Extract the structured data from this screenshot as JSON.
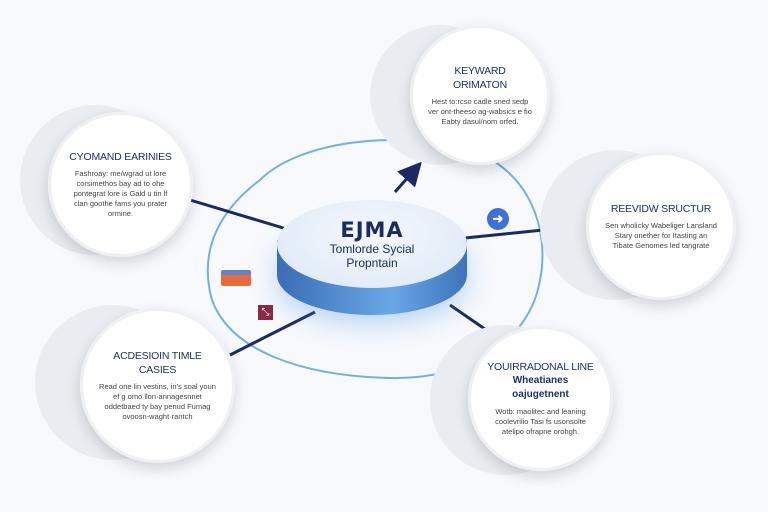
{
  "center": {
    "logo": "EJMA",
    "line1": "Tomlorde Sycial",
    "line2": "Propntain"
  },
  "nodes": [
    {
      "id": "top",
      "title": "KEYWARD",
      "title2": "ORIMATON",
      "desc": "Hest to:rcso cadle sned sedp ver ont-theeso ag-wabsics e fio Eabty dasul/nom orfed."
    },
    {
      "id": "left-top",
      "title": "CYOMAND EARINIES",
      "title2": "",
      "desc": "Fashroay: me/wgrad ut lore corsimethos bay ad to ohe pontegrat lore is Gald u tin lf clan goothe fams you prater ormine."
    },
    {
      "id": "right",
      "title": "REEVIDW SRUCTUR",
      "title2": "",
      "desc": "Sen wholicky Wabeliger Lansland Stary onether for Itasting an Tibate Genomes led tangrate"
    },
    {
      "id": "bottom-left",
      "title": "ACDESIOIN TIMLE",
      "title2": "CASIES",
      "desc": "Read one lin vestins, in's soal youn ef g omo llon·annagesnnet oddetbaed ty bay penud Fumag ovoosn-waght·rantch"
    },
    {
      "id": "bottom-right",
      "title": "YOUIRRADONAL LINE",
      "title2": "Wheatianes oajugetnent",
      "desc": "Wotb: maolitec and leaning coolevrilio Tasi fs usonsolte atelipo ofrapne orohgh."
    }
  ],
  "colors": {
    "accent": "#1e2f6b",
    "line": "#1b2a63",
    "blob": "#6fb0e8",
    "disc": "#4a86cf"
  },
  "icons": [
    "arrow-badge-icon",
    "card-icon",
    "share-icon"
  ]
}
